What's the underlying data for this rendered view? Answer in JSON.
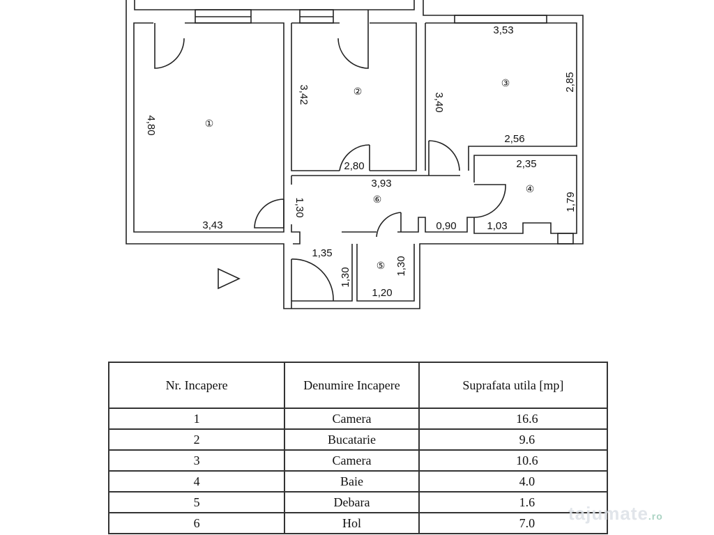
{
  "plan": {
    "rooms": [
      {
        "num": "①"
      },
      {
        "num": "②"
      },
      {
        "num": "③"
      },
      {
        "num": "④"
      },
      {
        "num": "⑤"
      },
      {
        "num": "⑥"
      }
    ],
    "dims": {
      "d353": "3,53",
      "d285": "2,85",
      "d340": "3,40",
      "d342": "3,42",
      "d480": "4,80",
      "d256": "2,56",
      "d280": "2,80",
      "d235": "2,35",
      "d393": "3,93",
      "d179": "1,79",
      "d130a": "1,30",
      "d343": "3,43",
      "d090": "0,90",
      "d103": "1,03",
      "d135": "1,35",
      "d130b": "1,30",
      "d130c": "1,30",
      "d120": "1,20"
    }
  },
  "table": {
    "headers": [
      "Nr. Incapere",
      "Denumire Incapere",
      "Suprafata utila [mp]"
    ],
    "rows": [
      {
        "nr": "1",
        "name": "Camera",
        "area": "16.6"
      },
      {
        "nr": "2",
        "name": "Bucatarie",
        "area": "9.6"
      },
      {
        "nr": "3",
        "name": "Camera",
        "area": "10.6"
      },
      {
        "nr": "4",
        "name": "Baie",
        "area": "4.0"
      },
      {
        "nr": "5",
        "name": "Debara",
        "area": "1.6"
      },
      {
        "nr": "6",
        "name": "Hol",
        "area": "7.0"
      }
    ]
  },
  "watermark": {
    "brand": "tajumate",
    "tld": ".ro"
  }
}
